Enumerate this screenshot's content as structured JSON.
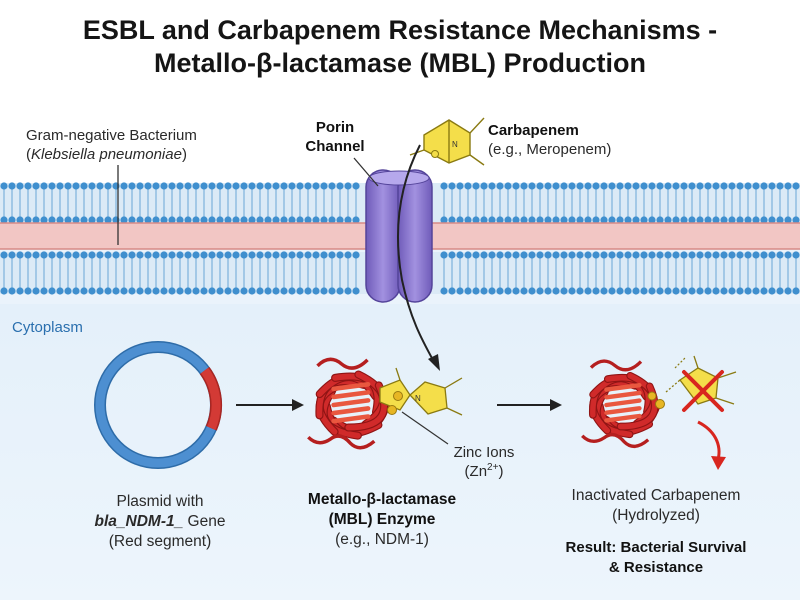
{
  "title": {
    "line1": "ESBL and Carbapenem Resistance Mechanisms -",
    "line2": "Metallo-β-lactamase (MBL) Production"
  },
  "bacterium": {
    "label": "Gram-negative Bacterium",
    "species_open": "(",
    "species": "Klebsiella pneumoniae",
    "species_close": ")"
  },
  "porin": {
    "line1": "Porin",
    "line2": "Channel"
  },
  "carbapenem": {
    "name": "Carbapenem",
    "example": "(e.g., Meropenem)"
  },
  "cytoplasm": {
    "label": "Cytoplasm"
  },
  "plasmid": {
    "line1": "Plasmid with",
    "gene": "bla_NDM-1_",
    "gene_suffix": " Gene",
    "line3": "(Red segment)"
  },
  "mbl": {
    "line1": "Metallo-β-lactamase",
    "line2": "(MBL) Enzyme",
    "example": "(e.g., NDM-1)"
  },
  "zinc": {
    "line1": "Zinc Ions",
    "line2_base": "(Zn",
    "line2_sup": "2+",
    "line2_end": ")"
  },
  "inactivated": {
    "line1": "Inactivated Carbapenem",
    "line2": "(Hydrolyzed)"
  },
  "result": {
    "line1": "Result: Bacterial Survival",
    "line2": "& Resistance"
  },
  "colors": {
    "membrane_blue": "#3f8fce",
    "periplasm_pink": "#f2c6c4",
    "porin_purple": "#8c7ad0",
    "enzyme_red": "#d02a2a",
    "molecule_yellow": "#f4de4a",
    "zinc_gold": "#e7b624",
    "cytoplasm_bg": "#e8f2fb",
    "plasmid_blue": "#4d8fd1",
    "plasmid_red": "#d33a35",
    "cross_red": "#d8261f"
  }
}
